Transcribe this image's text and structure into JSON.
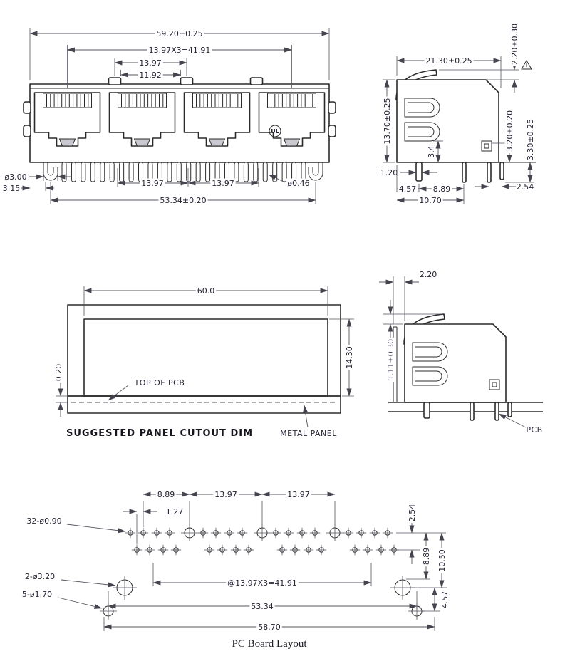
{
  "drawing": {
    "front_view": {
      "dim_total_width": "59.20±0.25",
      "dim_pitch_total": "13.97X3=41.91",
      "dim_pitch": "13.97",
      "dim_tab_width": "11.92",
      "dim_hook_dia": "ø3.00",
      "dim_hook_offset": "3.15",
      "dim_pin_span_left": "13.97",
      "dim_pin_span_right": "13.97",
      "dim_pin_dia": "ø0.46",
      "dim_pin_row_span": "53.34±0.20",
      "ul_mark": "UL"
    },
    "side_view": {
      "dim_depth": "21.30±0.25",
      "dim_spring_height": "2.20±0.30",
      "dim_height": "13.70±0.25",
      "dim_latch": "3.4",
      "dim_standoff": "3.20±0.20",
      "dim_pin_length": "3.30±0.25",
      "dim_pin_width": "1.20",
      "dim_row1": "4.57",
      "dim_row2": "8.89",
      "dim_row3": "2.54",
      "dim_row_total": "10.70"
    },
    "panel_view": {
      "dim_width": "60.0",
      "dim_height": "14.30",
      "dim_gap": "0.20",
      "label_top_of_pcb": "TOP OF PCB",
      "caption": "SUGGESTED PANEL CUTOUT DIM",
      "label_metal_panel": "METAL PANEL"
    },
    "panel_side_view": {
      "dim_offset": "2.20",
      "dim_protrusion": "1.11±0.30",
      "label_pcb": "PCB"
    },
    "board_layout": {
      "dim_889_top": "8.89",
      "dim_1397_a": "13.97",
      "dim_1397_b": "13.97",
      "dim_127": "1.27",
      "label_holes_small": "32-ø0.90",
      "label_holes_large": "2-ø3.20",
      "label_holes_medium": "5-ø1.70",
      "dim_254": "2.54",
      "dim_889_right": "8.89",
      "dim_1050": "10.50",
      "dim_457": "4.57",
      "dim_pitch_total": "@13.97X3=41.91",
      "dim_5334": "53.34",
      "dim_5870": "58.70",
      "caption": "PC Board Layout"
    }
  }
}
